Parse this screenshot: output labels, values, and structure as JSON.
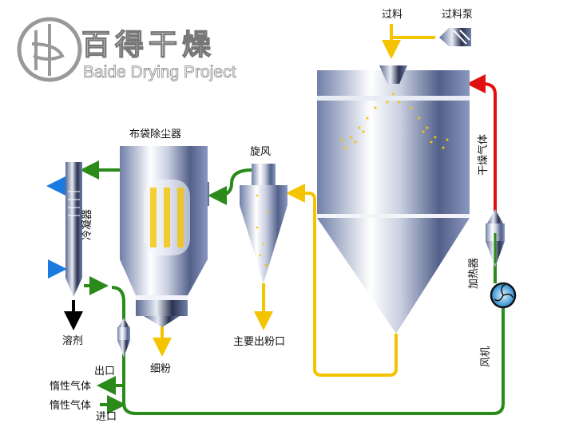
{
  "logo": {
    "chinese": "百得干燥",
    "english": "Baide Drying Project"
  },
  "labels": {
    "feed": "过料",
    "feed_pump": "过料泵",
    "bag_filter": "布袋除尘器",
    "cyclone": "旋风",
    "condenser": "冷凝器",
    "solvent": "溶剂",
    "fine_powder": "细粉",
    "main_outlet": "主要出粉口",
    "outlet": "出口",
    "inert_gas_out": "惰性气体",
    "inert_gas_in": "惰性气体",
    "inlet": "进口",
    "drying_gas": "干燥气体",
    "heater": "加热器",
    "fan": "风机"
  },
  "colors": {
    "product": "#f5c400",
    "gas": "#2a8a1a",
    "hot_gas": "#e01010",
    "coolant": "#1a7ae0",
    "solvent": "#000000"
  }
}
